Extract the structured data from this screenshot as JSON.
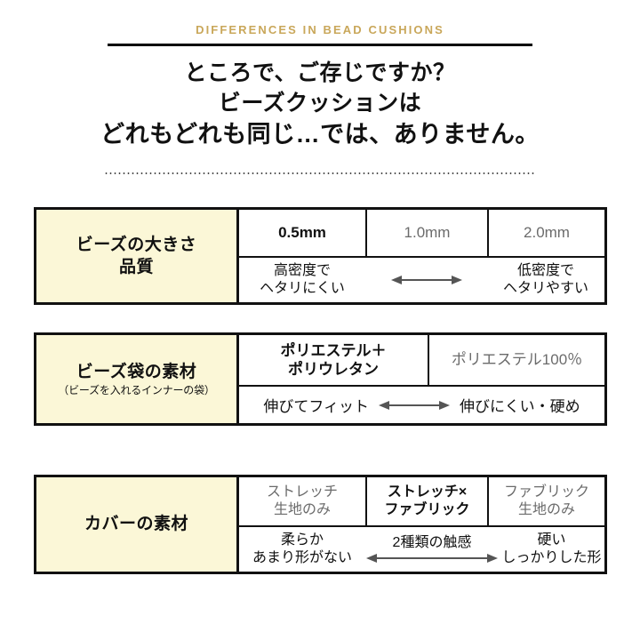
{
  "header": {
    "eyebrow": "DIFFERENCES IN BEAD CUSHIONS",
    "accent_color": "#c9a75a",
    "rule_color": "#000000"
  },
  "headline": {
    "line1": "ところで、ご存じですか？",
    "line2": "ビーズクッションは",
    "line3": "どれもどれも同じ…では、ありません。"
  },
  "palette": {
    "label_cell_background": "#fbf7d7",
    "border": "#111111",
    "muted_text": "#6b6b6b",
    "arrow": "#555555"
  },
  "tables": [
    {
      "label_main": "ビーズの大きさ",
      "label_main2": "品質",
      "label_sub": "",
      "options": [
        {
          "text": "0.5mm",
          "emphasis": "strong"
        },
        {
          "text": "1.0mm",
          "emphasis": "muted"
        },
        {
          "text": "2.0mm",
          "emphasis": "muted"
        }
      ],
      "scale": {
        "left_line1": "高密度で",
        "left_line2": "ヘタリにくい",
        "middle": "",
        "right_line1": "低密度で",
        "right_line2": "ヘタリやすい",
        "arrow": "double-headed-arrow"
      }
    },
    {
      "label_main": "ビーズ袋の素材",
      "label_main2": "",
      "label_sub": "（ビーズを入れるインナーの袋）",
      "options": [
        {
          "text": "ポリエステル＋",
          "text2": "ポリウレタン",
          "emphasis": "strong"
        },
        {
          "text": "ポリエステル100％",
          "text2": "",
          "emphasis": "muted"
        }
      ],
      "scale": {
        "left_line1": "伸びてフィット",
        "left_line2": "",
        "middle": "",
        "right_line1": "伸びにくい・硬め",
        "right_line2": "",
        "arrow": "double-headed-arrow"
      }
    },
    {
      "label_main": "カバーの素材",
      "label_main2": "",
      "label_sub": "",
      "options": [
        {
          "text": "ストレッチ",
          "text2": "生地のみ",
          "emphasis": "muted"
        },
        {
          "text": "ストレッチ×",
          "text2": "ファブリック",
          "emphasis": "strong"
        },
        {
          "text": "ファブリック",
          "text2": "生地のみ",
          "emphasis": "muted"
        }
      ],
      "scale": {
        "left_line1": "柔らか",
        "left_line2": "あまり形がない",
        "middle": "2種類の触感",
        "right_line1": "硬い",
        "right_line2": "しっかりした形",
        "arrow": "double-headed-arrow"
      }
    }
  ]
}
